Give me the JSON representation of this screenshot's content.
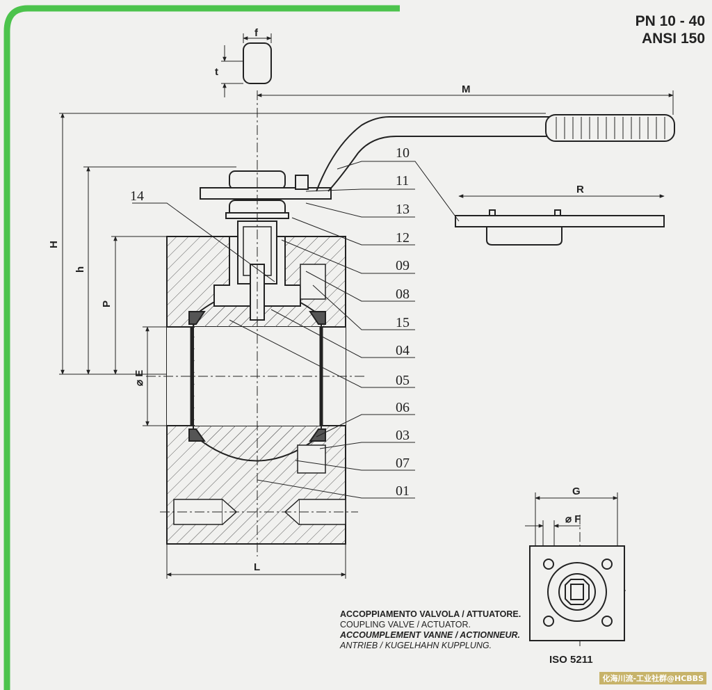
{
  "rating": {
    "line1": "PN 10 - 40",
    "line2": "ANSI 150"
  },
  "dimensions": {
    "f": "f",
    "t": "t",
    "M": "M",
    "H": "H",
    "h": "h",
    "P": "P",
    "E": "⌀ E",
    "L": "L",
    "R": "R",
    "G": "G",
    "F": "⌀ F"
  },
  "part_numbers": [
    "10",
    "11",
    "13",
    "12",
    "09",
    "08",
    "15",
    "04",
    "05",
    "06",
    "03",
    "07",
    "01",
    "14"
  ],
  "coupling": {
    "it": "ACCOPPIAMENTO VALVOLA / ATTUATORE.",
    "en": "COUPLING VALVE / ACTUATOR.",
    "fr": "ACCOUMPLEMENT VANNE / ACTIONNEUR.",
    "de": "ANTRIEB / KUGELHAHN KUPPLUNG."
  },
  "iso_label": "ISO 5211",
  "watermark": "化海川流-工业社群@HCBBS",
  "colors": {
    "frame": "#4cc34c",
    "background": "#f1f1ef",
    "ink": "#222222"
  }
}
